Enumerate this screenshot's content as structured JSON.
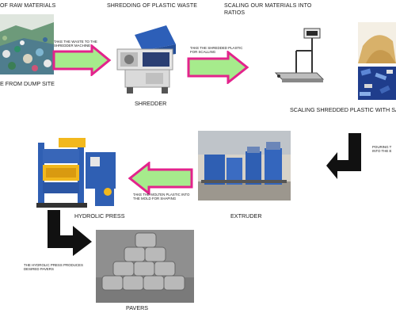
{
  "titles": {
    "raw_materials": "OF RAW MATERIALS",
    "shredding": "SHREDDING OF PLASTIC WASTE",
    "scaling": "SCALING OUR MATERIALS INTO",
    "scaling_line2": "RATIOS"
  },
  "captions": {
    "dump_site": "E FROM DUMP SITE",
    "shredder": "SHREDDER",
    "scaling_sand": "SCALING SHREDDED PLASTIC WITH SAN",
    "hydrolic_press": "HYDROLIC PRESS",
    "extruder": "EXTRUDER",
    "pavers": "PAVERS"
  },
  "arrow_notes": {
    "to_shredder": "TAKE THE WASTE TO THE SHREDDER MACHINE",
    "to_scale": "TAKE THE SHREDDED PLASTIC FOR SCALLING",
    "pouring": "POURING T INTO THE E",
    "to_mold": "TAKE THE MOLTEN PLASTIC INTO THE MOLD FOR SHAPING",
    "press_produces": "THE HYDROLIC PRESS PRODUCES DESIRED PAVERS"
  },
  "colors": {
    "arrow_fill": "#a6eb8c",
    "arrow_border": "#e3238c",
    "black_arrow": "#111111",
    "machine_blue": "#2f5fb3",
    "press_yellow": "#f2b81d"
  }
}
